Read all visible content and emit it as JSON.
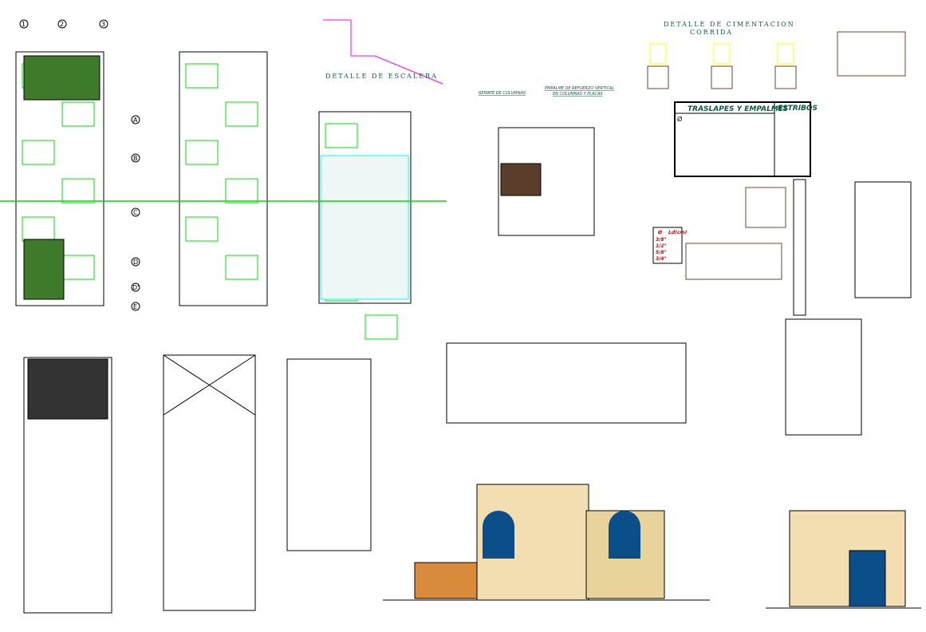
{
  "sheet": {
    "stair_detail_title": "DETALLE DE ESCALERA",
    "foundation_title_1": "DETALLE DE CIMENTACION",
    "foundation_title_2": "CORRIDA",
    "column_cap_label": "REMATE DE COLUMNAS",
    "splice_label_1": "EMPALME DE REFUERZO VERTICAL",
    "splice_label_2": "EN COLUMNAS Y PLACAS",
    "splice_table": {
      "title": "TRASLAPES Y EMPALMES",
      "stirrups": "ESTRIBOS",
      "diameter_symbol": "Ø"
    },
    "bar_table": {
      "headers": [
        "Ø",
        "Ld(cm)"
      ],
      "rows": [
        "3/8\"",
        "1/2\"",
        "5/8\"",
        "3/4\""
      ]
    },
    "grid_columns": [
      "1",
      "2",
      "3"
    ],
    "grid_rows": [
      "A",
      "B",
      "C",
      "D",
      "D'",
      "E"
    ]
  },
  "colors": {
    "green": "#00e000",
    "dark_green": "#0b5a3e",
    "magenta": "#ff00ff",
    "yellow": "#ffff00",
    "red": "#ff0000",
    "brown": "#5a3e2b",
    "facade": "#f2deb0"
  }
}
